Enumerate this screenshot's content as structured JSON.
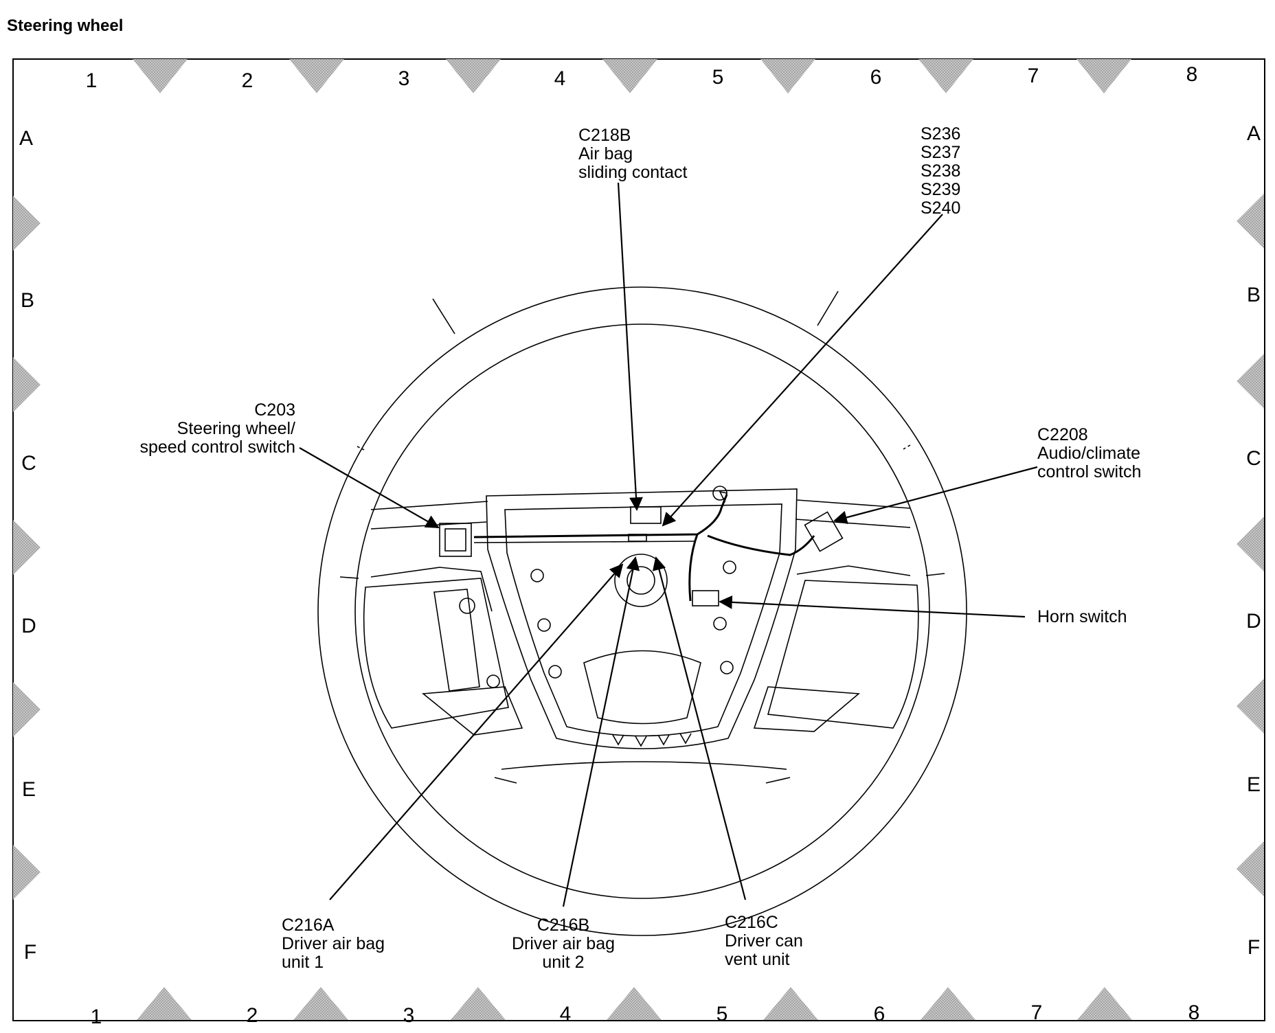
{
  "title": "Steering wheel",
  "grid": {
    "columns": [
      "1",
      "2",
      "3",
      "4",
      "5",
      "6",
      "7",
      "8"
    ],
    "rows": [
      "A",
      "B",
      "C",
      "D",
      "E",
      "F"
    ]
  },
  "callouts": {
    "c218b": [
      "C218B",
      "Air bag",
      "sliding contact"
    ],
    "s236_240": [
      "S236",
      "S237",
      "S238",
      "S239",
      "S240"
    ],
    "c203": [
      "C203",
      "Steering wheel/",
      "speed control switch"
    ],
    "c2208": [
      "C2208",
      "Audio/climate",
      "control switch"
    ],
    "horn": [
      "Horn switch"
    ],
    "c216a": [
      "C216A",
      "Driver air bag",
      "unit 1"
    ],
    "c216b": [
      "C216B",
      "Driver air bag",
      "unit 2"
    ],
    "c216c": [
      "C216C",
      "Driver can",
      "vent unit"
    ]
  },
  "colors": {
    "line": "#000000",
    "marker_fill": "#b3b3b3",
    "frame": "#000000"
  }
}
